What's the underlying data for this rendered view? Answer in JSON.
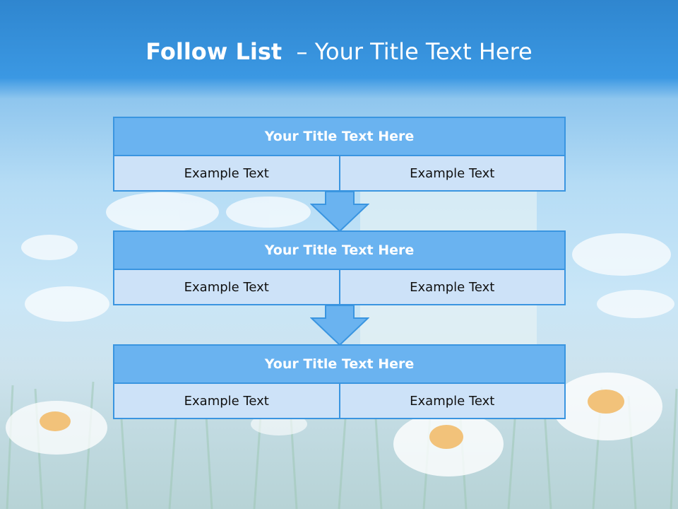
{
  "title": {
    "bold": "Follow List",
    "dash": "  – ",
    "rest": "Your Title Text Here"
  },
  "blocks": [
    {
      "title": "Your Title Text Here",
      "left": "Example Text",
      "right": "Example Text"
    },
    {
      "title": "Your Title Text Here",
      "left": "Example Text",
      "right": "Example Text"
    },
    {
      "title": "Your Title Text Here",
      "left": "Example Text",
      "right": "Example Text"
    }
  ],
  "colors": {
    "accent": "#3a95e0",
    "header": "#6ab3f0",
    "cell": "#cde2f8"
  }
}
